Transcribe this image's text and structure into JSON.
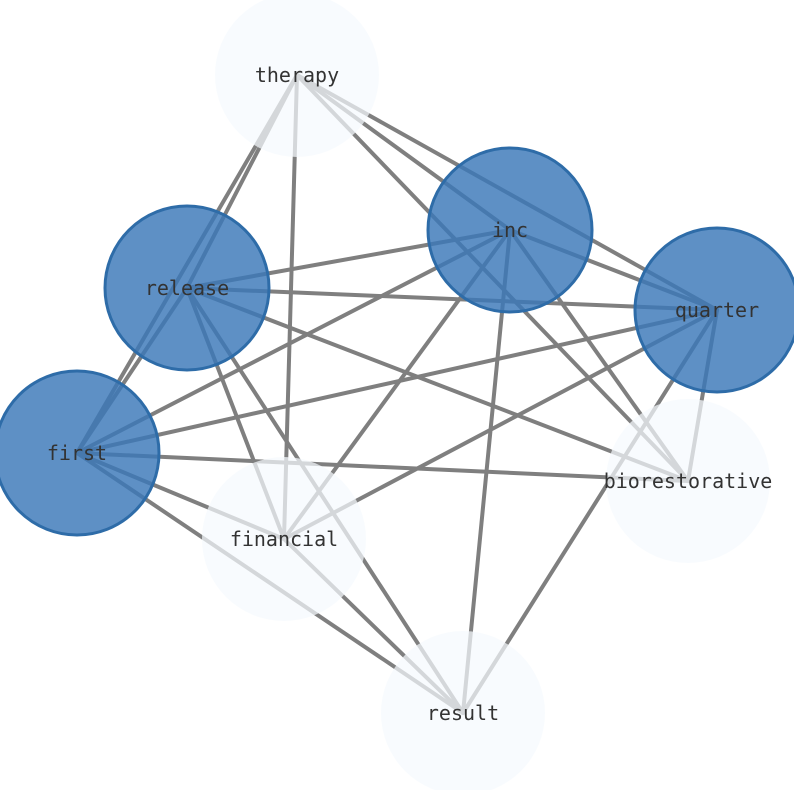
{
  "colors": {
    "highlight_fill": "#3a78b8",
    "highlight_stroke": "#2e6ca8",
    "muted_fill": "#f5f9fe",
    "edge": "#7f7f7f",
    "label": "#333333"
  },
  "nodes": [
    {
      "id": "therapy",
      "label": "therapy",
      "highlighted": false
    },
    {
      "id": "inc",
      "label": "inc",
      "highlighted": true
    },
    {
      "id": "release",
      "label": "release",
      "highlighted": true
    },
    {
      "id": "quarter",
      "label": "quarter",
      "highlighted": true
    },
    {
      "id": "first",
      "label": "first",
      "highlighted": true
    },
    {
      "id": "biorestorative",
      "label": "biorestorative",
      "highlighted": false
    },
    {
      "id": "financial",
      "label": "financial",
      "highlighted": false
    },
    {
      "id": "result",
      "label": "result",
      "highlighted": false
    }
  ],
  "edges": [
    [
      "therapy",
      "release"
    ],
    [
      "therapy",
      "first"
    ],
    [
      "therapy",
      "financial"
    ],
    [
      "therapy",
      "inc"
    ],
    [
      "therapy",
      "quarter"
    ],
    [
      "therapy",
      "biorestorative"
    ],
    [
      "inc",
      "release"
    ],
    [
      "inc",
      "quarter"
    ],
    [
      "inc",
      "first"
    ],
    [
      "inc",
      "financial"
    ],
    [
      "inc",
      "result"
    ],
    [
      "inc",
      "biorestorative"
    ],
    [
      "release",
      "quarter"
    ],
    [
      "release",
      "financial"
    ],
    [
      "release",
      "result"
    ],
    [
      "release",
      "biorestorative"
    ],
    [
      "release",
      "first"
    ],
    [
      "quarter",
      "first"
    ],
    [
      "quarter",
      "financial"
    ],
    [
      "quarter",
      "result"
    ],
    [
      "quarter",
      "biorestorative"
    ],
    [
      "first",
      "financial"
    ],
    [
      "first",
      "result"
    ],
    [
      "first",
      "biorestorative"
    ],
    [
      "financial",
      "result"
    ]
  ]
}
